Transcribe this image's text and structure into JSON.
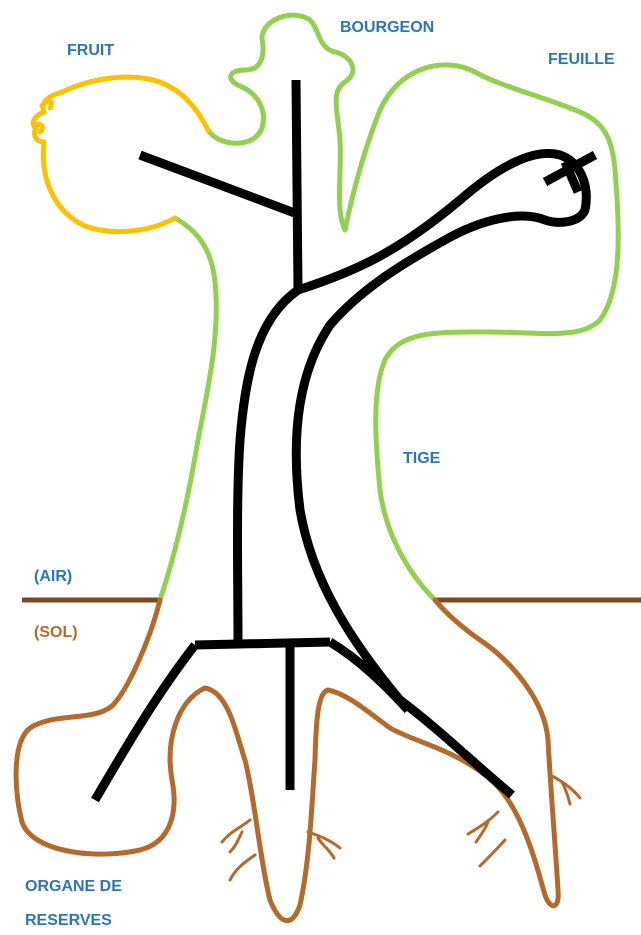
{
  "labels": {
    "fruit": "FRUIT",
    "bud": "BOURGEON",
    "leaf": "FEUILLE",
    "stem": "TIGE",
    "air": "(AIR)",
    "soil": "(SOL)",
    "storage_line1": "ORGANE DE",
    "storage_line2": "RESERVES"
  },
  "colors": {
    "label_blue": "#2E75B6",
    "label_brown": "#B46A2A",
    "outline_green": "#92D050",
    "fruit_orange": "#FFC000",
    "root_brown": "#B46A2A",
    "ground_line": "#7B4A21",
    "vessels": "#000000"
  }
}
